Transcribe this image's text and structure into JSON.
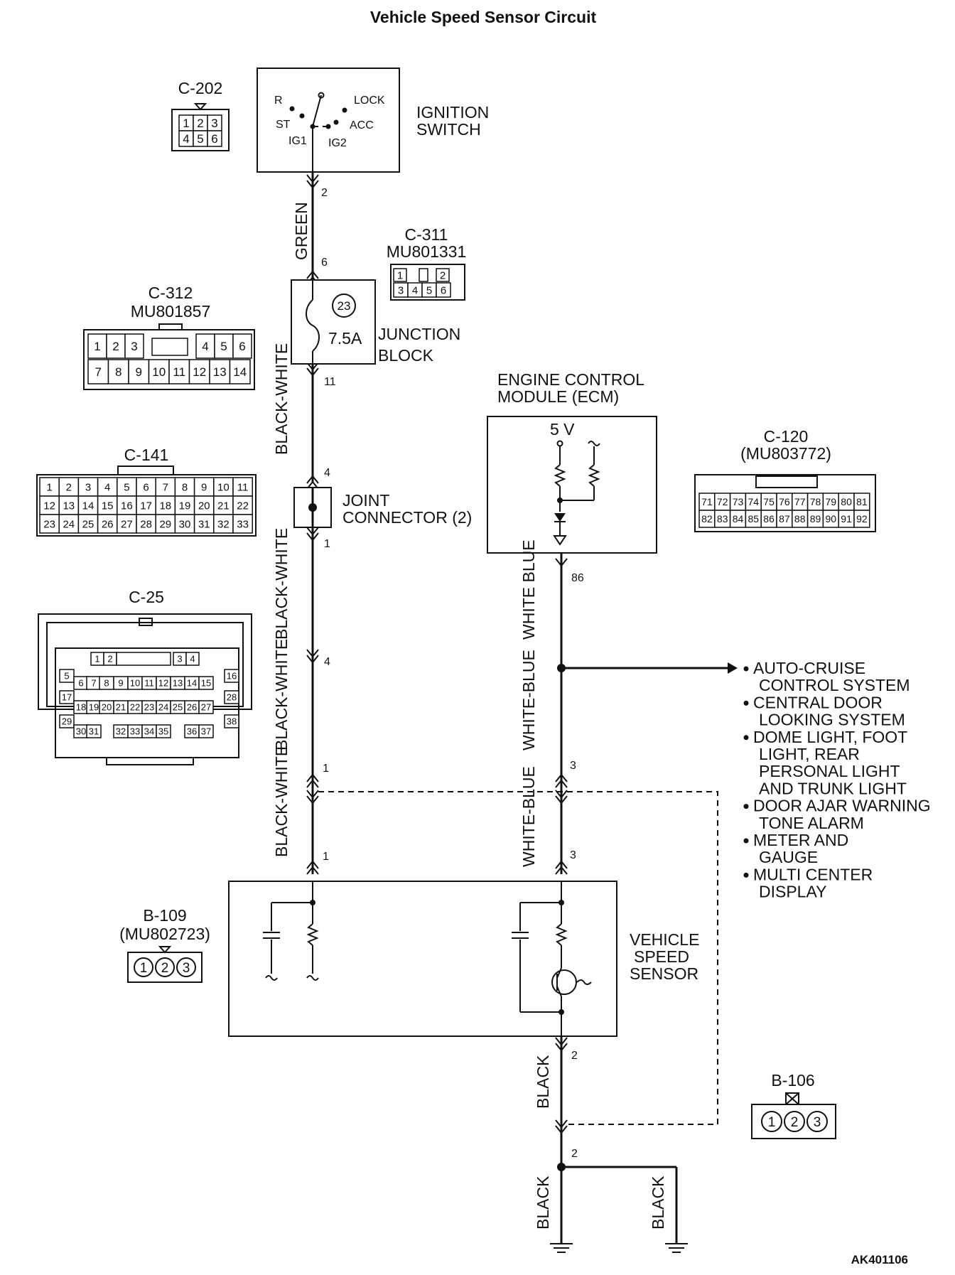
{
  "title": "Vehicle Speed Sensor Circuit",
  "image_id": "AK401106",
  "components": {
    "ignition_switch": {
      "name_line1": "IGNITION",
      "name_line2": "SWITCH",
      "positions": {
        "r": "R",
        "lock": "LOCK",
        "st": "ST",
        "acc": "ACC",
        "ig1": "IG1",
        "ig2": "IG2"
      }
    },
    "junction_block": {
      "name_line1": "JUNCTION",
      "name_line2": "BLOCK",
      "fuse_number": "23",
      "fuse_rating": "7.5A"
    },
    "joint_connector": {
      "name_line1": "JOINT",
      "name_line2": "CONNECTOR (2)"
    },
    "ecm": {
      "name_line1": "ENGINE CONTROL",
      "name_line2": "MODULE (ECM)",
      "supply": "5 V"
    },
    "vss": {
      "name_line1": "VEHICLE",
      "name_line2": "SPEED",
      "name_line3": "SENSOR"
    }
  },
  "wires": {
    "green": "GREEN",
    "black_white_1": "BLACK-WHITE",
    "black_white_2": "BLACK-WHITE",
    "black_white_3": "BLACK-WHITE",
    "black_white_4": "BLACK-WHITE",
    "white_blue_1": "WHITE BLUE",
    "white_blue_2": "WHITE-BLUE",
    "white_blue_3": "WHITE-BLUE",
    "black_1": "BLACK",
    "black_2": "BLACK",
    "black_3": "BLACK"
  },
  "pins": {
    "ign_2": "2",
    "jb_6": "6",
    "jb_11": "11",
    "jc_4": "4",
    "jc_1": "1",
    "bw_4": "4",
    "bw_1a": "1",
    "bw_1b": "1",
    "ecm_86": "86",
    "wb_3a": "3",
    "wb_3b": "3",
    "vss_2": "2",
    "gnd_2": "2"
  },
  "destinations": [
    [
      "AUTO-CRUISE",
      "CONTROL SYSTEM"
    ],
    [
      "CENTRAL DOOR",
      "LOOKING SYSTEM"
    ],
    [
      "DOME LIGHT, FOOT",
      "LIGHT, REAR",
      "PERSONAL LIGHT",
      "AND TRUNK LIGHT"
    ],
    [
      "DOOR AJAR WARNING",
      "TONE ALARM"
    ],
    [
      "METER AND",
      "GAUGE"
    ],
    [
      "MULTI CENTER",
      "DISPLAY"
    ]
  ],
  "connectors": {
    "c202": {
      "name": "C-202",
      "pins": [
        "1",
        "2",
        "3",
        "4",
        "5",
        "6"
      ]
    },
    "c311": {
      "name": "C-311",
      "part": "MU801331",
      "pins": [
        "1",
        "2",
        "3",
        "4",
        "5",
        "6"
      ]
    },
    "c312": {
      "name": "C-312",
      "part": "MU801857",
      "row1": [
        "1",
        "2",
        "3",
        "4",
        "5",
        "6"
      ],
      "row2": [
        "7",
        "8",
        "9",
        "10",
        "11",
        "12",
        "13",
        "14"
      ]
    },
    "c141": {
      "name": "C-141",
      "row1": [
        "1",
        "2",
        "3",
        "4",
        "5",
        "6",
        "7",
        "8",
        "9",
        "10",
        "11"
      ],
      "row2": [
        "12",
        "13",
        "14",
        "15",
        "16",
        "17",
        "18",
        "19",
        "20",
        "21",
        "22"
      ],
      "row3": [
        "23",
        "24",
        "25",
        "26",
        "27",
        "28",
        "29",
        "30",
        "31",
        "32",
        "33"
      ]
    },
    "c25": {
      "name": "C-25"
    },
    "c120": {
      "name": "C-120",
      "part": "(MU803772)",
      "row1": [
        "71",
        "72",
        "73",
        "74",
        "75",
        "76",
        "77",
        "78",
        "79",
        "80",
        "81"
      ],
      "row2": [
        "82",
        "83",
        "84",
        "85",
        "86",
        "87",
        "88",
        "89",
        "90",
        "91",
        "92"
      ]
    },
    "b109": {
      "name": "B-109",
      "part": "(MU802723)",
      "pins": [
        "1",
        "2",
        "3"
      ]
    },
    "b106": {
      "name": "B-106",
      "pins": [
        "1",
        "2",
        "3"
      ]
    }
  }
}
